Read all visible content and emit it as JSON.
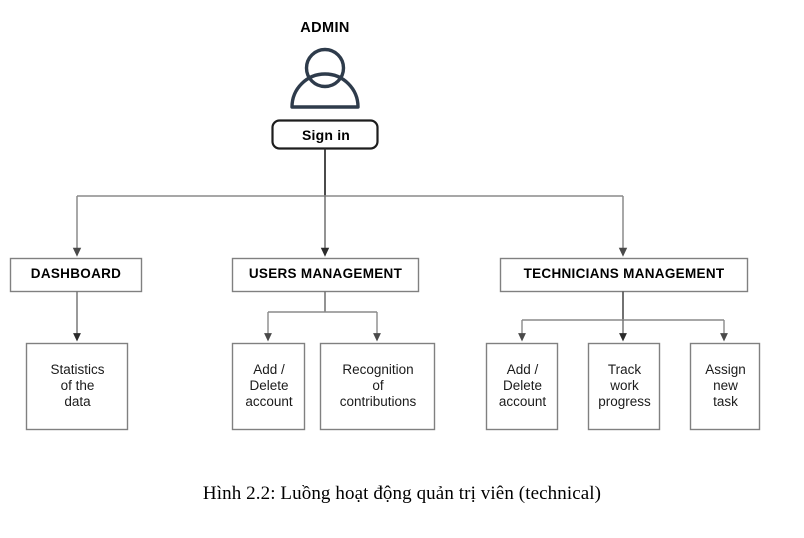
{
  "figure": {
    "caption": "Hình 2.2: Luồng hoạt động quản trị viên (technical)",
    "role_label": "ADMIN",
    "actor_icon": "user-avatar-icon"
  },
  "colors": {
    "page_background": "#ffffff",
    "box_border": "#808080",
    "button_border": "#1d1d1d",
    "connector": "#8a8a8a",
    "connector_dark": "#2b2b2b",
    "text": "#000000",
    "avatar": "#2e3b4b"
  },
  "entry": {
    "button_label": "Sign in"
  },
  "branches": [
    {
      "id": "dashboard",
      "label": "DASHBOARD",
      "children": [
        {
          "id": "statistics-of-the-data",
          "label": "Statistics\nof the\ndata"
        }
      ]
    },
    {
      "id": "users-management",
      "label": "USERS MANAGEMENT",
      "children": [
        {
          "id": "users-add-delete-account",
          "label": "Add /\nDelete\naccount"
        },
        {
          "id": "recognition-of-contributions",
          "label": "Recognition\nof\ncontributions"
        }
      ]
    },
    {
      "id": "technicians-management",
      "label": "TECHNICIANS MANAGEMENT",
      "children": [
        {
          "id": "technicians-add-delete-account",
          "label": "Add /\nDelete\naccount"
        },
        {
          "id": "track-work-progress",
          "label": "Track\nwork\nprogress"
        },
        {
          "id": "assign-new-task",
          "label": "Assign\nnew\ntask"
        }
      ]
    }
  ]
}
